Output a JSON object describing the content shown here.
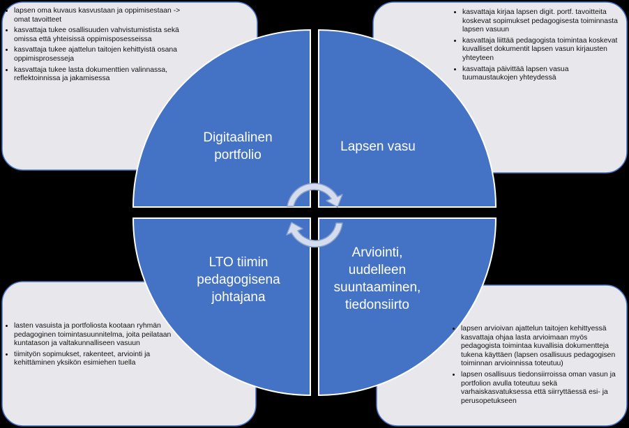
{
  "colors": {
    "background": "#000000",
    "box_fill": "#e8e8ec",
    "box_border": "#4472c4",
    "quadrant_fill": "#4472c4",
    "quadrant_border": "#ffffff",
    "arrow_fill": "#d4dcee",
    "arrow_border": "#8aa2cc",
    "label_color": "#ffffff"
  },
  "quadrants": {
    "top_left": {
      "label_lines": [
        "Digitaalinen",
        "portfolio"
      ]
    },
    "top_right": {
      "label_lines": [
        "Lapsen vasu"
      ]
    },
    "bottom_left": {
      "label_lines": [
        "LTO tiimin",
        "pedagogisena",
        "johtajana"
      ]
    },
    "bottom_right": {
      "label_lines": [
        "Arviointi,",
        "uudelleen",
        "suuntaaminen,",
        "tiedonsiirto"
      ]
    }
  },
  "boxes": {
    "top_left": {
      "items": [
        "lapsen oma kuvaus kasvustaan ja oppimisestaan -> omat tavoitteet",
        "kasvattaja tukee osallisuuden vahvistumistista sekä omissa että yhteisissä oppimisposesseissa",
        "kasvattaja tukee ajattelun taitojen kehittyistä osana oppimisprosesseja",
        "kasvattaja tukee lasta dokumenttien valinnassa, reflektoinnissa ja jakamisessa"
      ]
    },
    "top_right": {
      "items": [
        "kasvattaja kirjaa lapsen digit. portf. tavoitteita koskevat sopimukset pedagogisesta toiminnasta lapsen vasuun",
        "kasvattaja liittää pedagogista toimintaa koskevat kuvalliset dokumentit lapsen vasun kirjausten yhteyteen",
        "kasvattaja päivittää lapsen vasua tuumaustaukojen yhteydessä"
      ]
    },
    "bottom_left": {
      "items": [
        "lasten vasuista ja portfoliosta kootaan ryhmän pedagoginen toimintasuunnitelma, joita peilataan kuntatason ja valtakunnalliseen vasuun",
        "tiimityön sopimukset, rakenteet, arviointi ja kehittäminen yksikön esimiehen tuella"
      ]
    },
    "bottom_right": {
      "items": [
        "lapsen arvioivan ajattelun taitojen kehittyessä kasvattaja ohjaa lasta arvioimaan myös pedagogista toimintaa kuvallisia dokumentteja tukena käyttäen (lapsen osallisuus pedagogisen toiminnan arvioinnissa toteutuu)",
        "lapsen osallisuus tiedonsiirroissa oman vasun ja portfolion avulla toteutuu sekä varhaiskasvatuksessa että siirryttäessä esi- ja perusopetukseen"
      ]
    }
  }
}
